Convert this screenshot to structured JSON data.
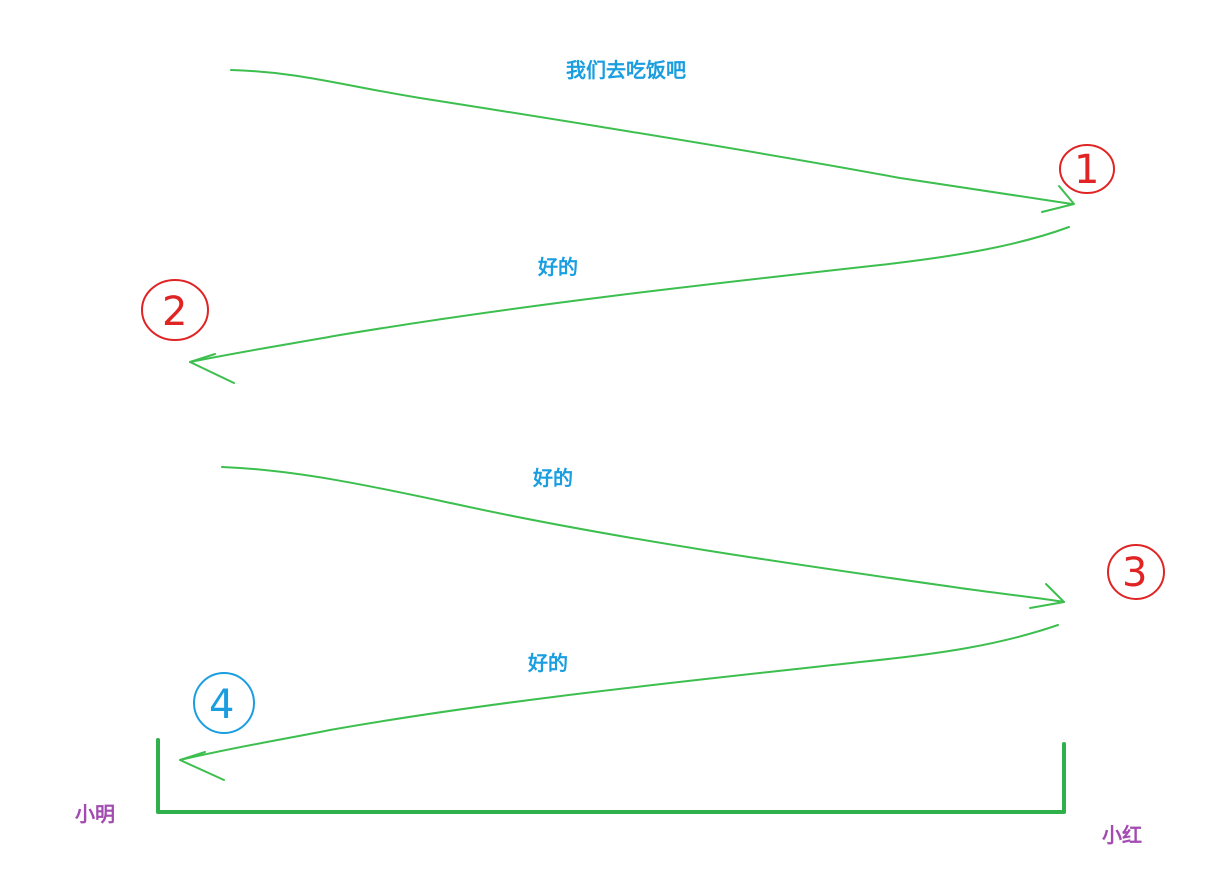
{
  "colors": {
    "arrow": "#3cbf4e",
    "bracket": "#2fb04a",
    "message_text": "#1a9ee0",
    "party_text": "#a24bb0",
    "step_red": "#e02424",
    "step_blue": "#1a9ee0"
  },
  "parties": {
    "left": "小明",
    "right": "小红"
  },
  "messages": [
    {
      "label": "我们去吃饭吧",
      "step": "1"
    },
    {
      "label": "好的",
      "step": "2"
    },
    {
      "label": "好的",
      "step": "3"
    },
    {
      "label": "好的",
      "step": "4"
    }
  ]
}
